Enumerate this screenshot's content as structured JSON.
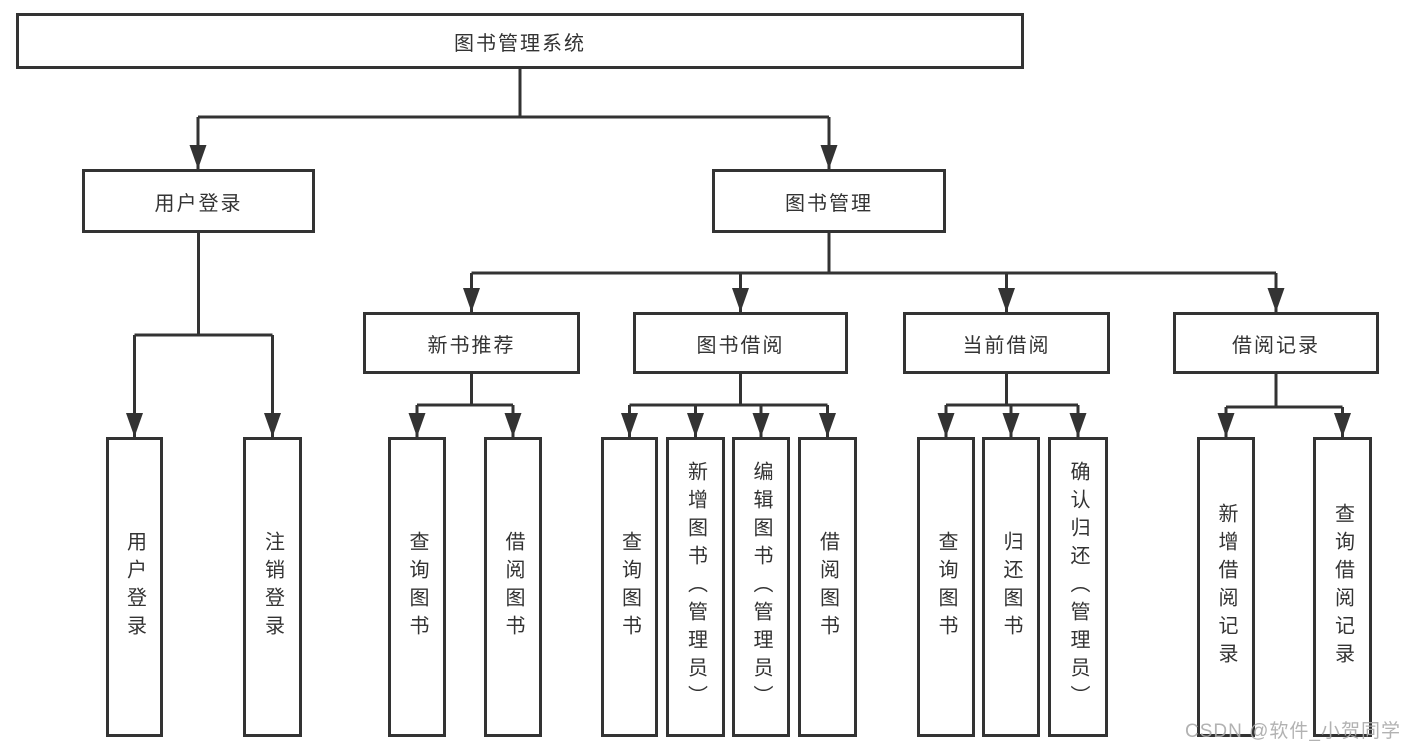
{
  "diagram": {
    "root": {
      "label": "图书管理系统"
    },
    "level2": [
      {
        "label": "用户登录"
      },
      {
        "label": "图书管理"
      }
    ],
    "level3": [
      {
        "label": "新书推荐"
      },
      {
        "label": "图书借阅"
      },
      {
        "label": "当前借阅"
      },
      {
        "label": "借阅记录"
      }
    ],
    "leaves": {
      "user_login": [
        "用户登录",
        "注销登录"
      ],
      "new_book_recommend": [
        "查询图书",
        "借阅图书"
      ],
      "book_borrow": [
        "查询图书",
        "新增图书（管理员）",
        "编辑图书（管理员）",
        "借阅图书"
      ],
      "current_borrow": [
        "查询图书",
        "归还图书",
        "确认归还（管理员）"
      ],
      "borrow_records": [
        "新增借阅记录",
        "查询借阅记录"
      ]
    }
  },
  "watermark": "CSDN @软件_小贺同学",
  "colors": {
    "line": "#333333",
    "box_border": "#333333",
    "box_fill": "#ffffff",
    "background": "#ffffff",
    "watermark": "#aaaaaa"
  }
}
